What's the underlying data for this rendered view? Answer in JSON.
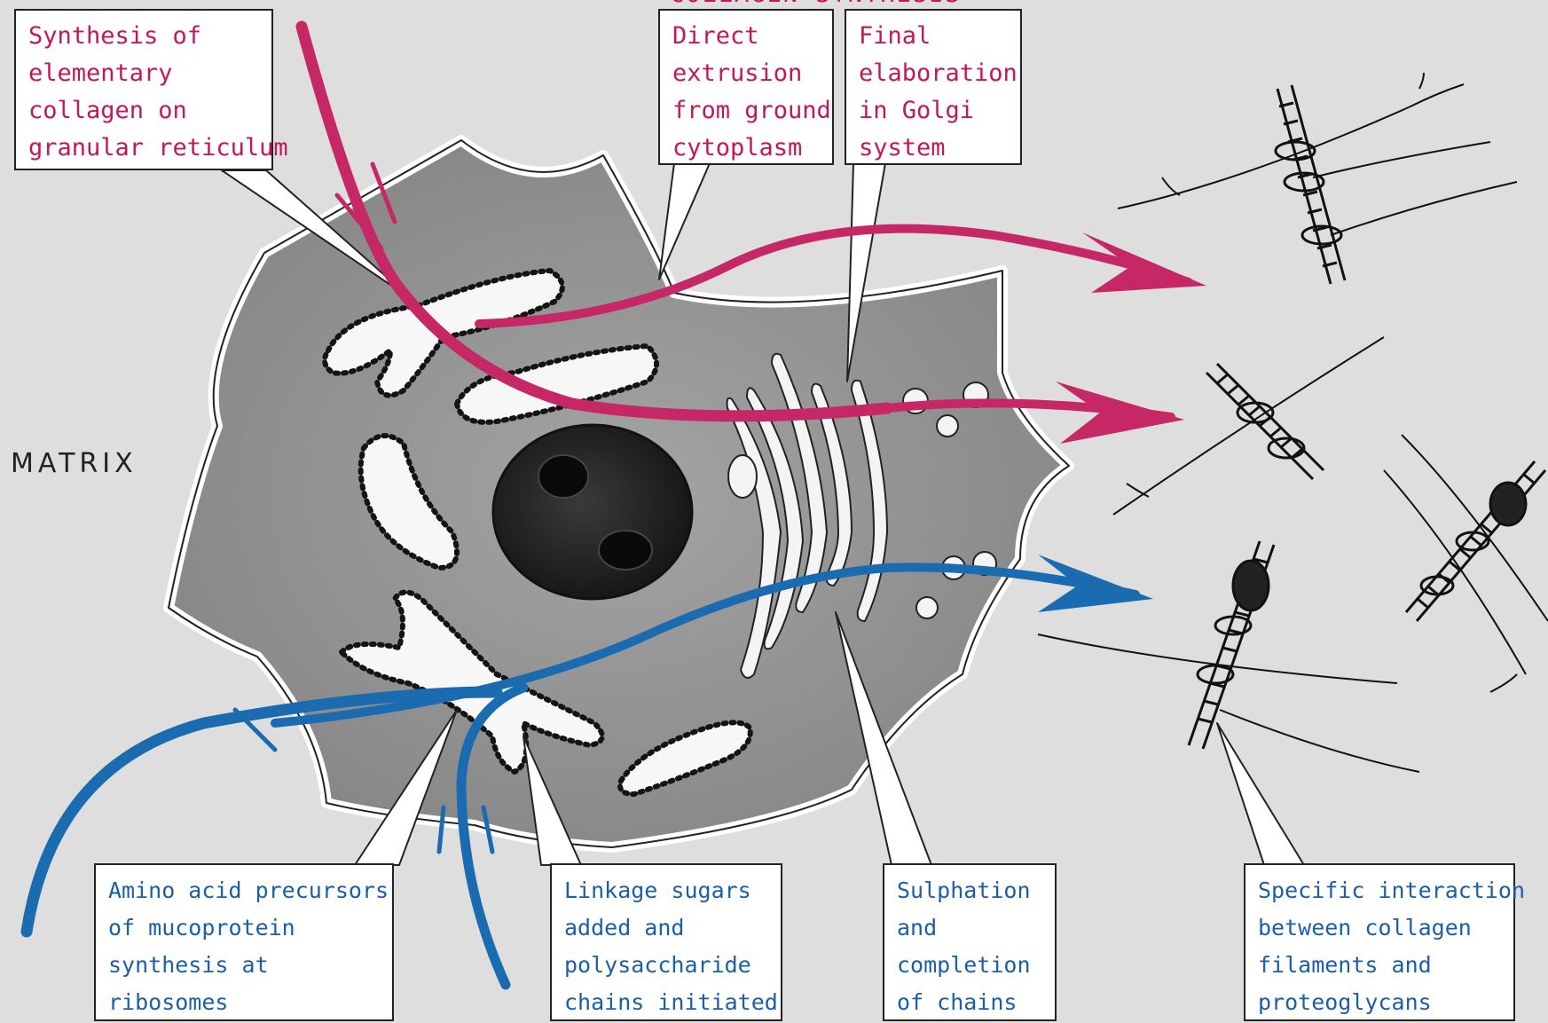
{
  "labels": {
    "matrix": "MATRIX",
    "top_cut_off": "COLLAGEN SYNTHESIS"
  },
  "callouts": {
    "synthesis": [
      "Synthesis of",
      "elementary",
      "collagen on",
      "granular reticulum"
    ],
    "direct": [
      "Direct",
      "extrusion",
      "from ground",
      "cytoplasm"
    ],
    "final": [
      "Final",
      "elaboration",
      "in Golgi",
      "system"
    ],
    "amino": [
      "Amino acid precursors",
      "of mucoprotein",
      "synthesis at",
      "ribosomes"
    ],
    "linkage": [
      "Linkage sugars",
      "added and",
      "polysaccharide",
      "chains initiated"
    ],
    "sulphation": [
      "Sulphation",
      "and",
      "completion",
      "of chains"
    ],
    "specific": [
      "Specific interaction",
      "between collagen",
      "filaments and",
      "proteoglycans"
    ]
  },
  "colors": {
    "collagen_pathway": "#c62866",
    "mucoprotein_pathway": "#1a6bb0",
    "cell_body": "#8f8f8f",
    "nucleus": "#1e1e1e",
    "background": "#dedede"
  }
}
